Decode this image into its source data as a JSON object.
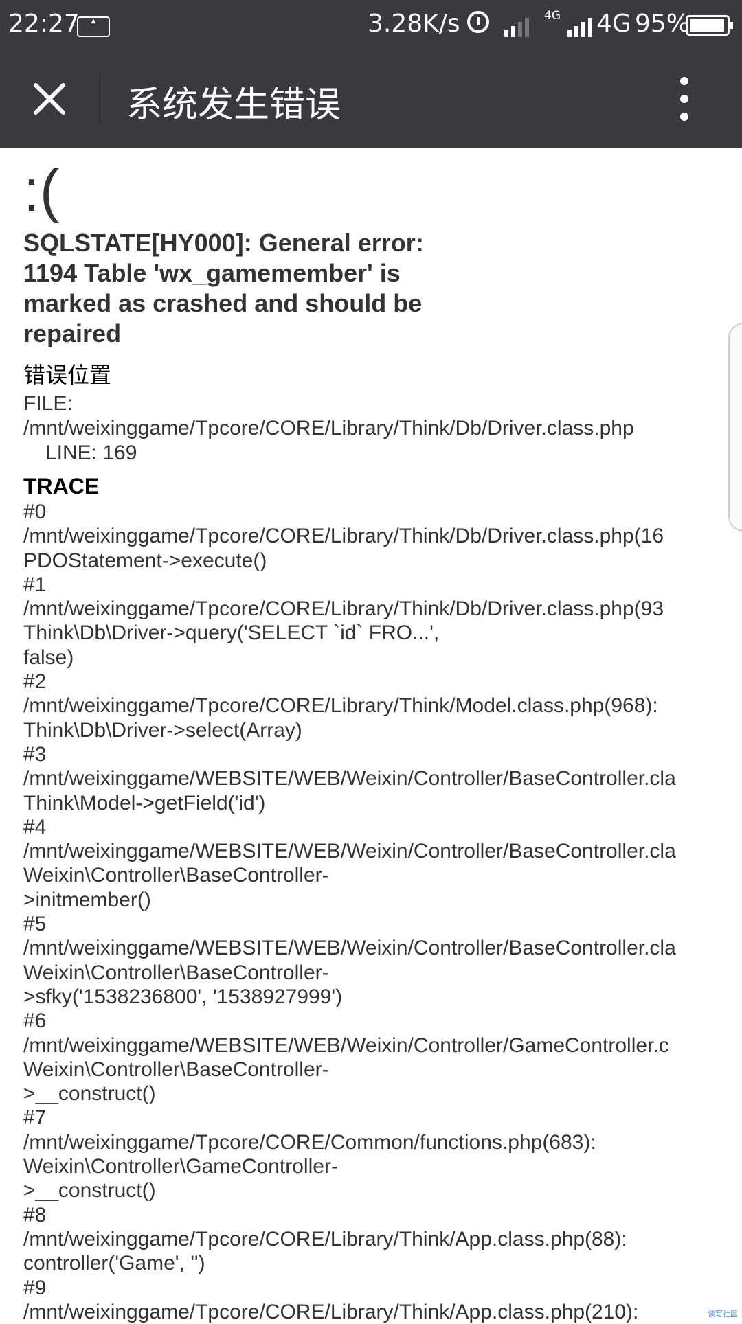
{
  "status_bar": {
    "time": "22:27",
    "network_speed": "3.28K/s",
    "network_small": "4G",
    "network": "4G",
    "battery": "95%"
  },
  "header": {
    "title": "系统发生错误"
  },
  "error": {
    "face": ":(",
    "message": "SQLSTATE[HY000]: General error: 1194 Table 'wx_gamemember' is marked as crashed and should be repaired",
    "location_title": "错误位置",
    "file_label": "FILE:",
    "file_path": "/mnt/weixinggame/Tpcore/CORE/Library/Think/Db/Driver.class.php",
    "line": "LINE: 169",
    "trace_title": "TRACE",
    "trace": [
      "#0",
      "/mnt/weixinggame/Tpcore/CORE/Library/Think/Db/Driver.class.php(16",
      "PDOStatement->execute()",
      "#1",
      "/mnt/weixinggame/Tpcore/CORE/Library/Think/Db/Driver.class.php(93",
      "Think\\Db\\Driver->query('SELECT `id` FRO...',",
      "false)",
      "#2",
      "/mnt/weixinggame/Tpcore/CORE/Library/Think/Model.class.php(968):",
      "Think\\Db\\Driver->select(Array)",
      "#3",
      "/mnt/weixinggame/WEBSITE/WEB/Weixin/Controller/BaseController.cla",
      "Think\\Model->getField('id')",
      "#4",
      "/mnt/weixinggame/WEBSITE/WEB/Weixin/Controller/BaseController.cla",
      "Weixin\\Controller\\BaseController-",
      ">initmember()",
      "#5",
      "/mnt/weixinggame/WEBSITE/WEB/Weixin/Controller/BaseController.cla",
      "Weixin\\Controller\\BaseController-",
      ">sfky('1538236800', '1538927999')",
      "#6",
      "/mnt/weixinggame/WEBSITE/WEB/Weixin/Controller/GameController.c",
      "Weixin\\Controller\\BaseController-",
      ">__construct()",
      "#7",
      "/mnt/weixinggame/Tpcore/CORE/Common/functions.php(683):",
      "Weixin\\Controller\\GameController-",
      ">__construct()",
      "#8",
      "/mnt/weixinggame/Tpcore/CORE/Library/Think/App.class.php(88):",
      "controller('Game', '')",
      "#9",
      "/mnt/weixinggame/Tpcore/CORE/Library/Think/App.class.php(210):"
    ]
  },
  "watermark": "读写社区"
}
